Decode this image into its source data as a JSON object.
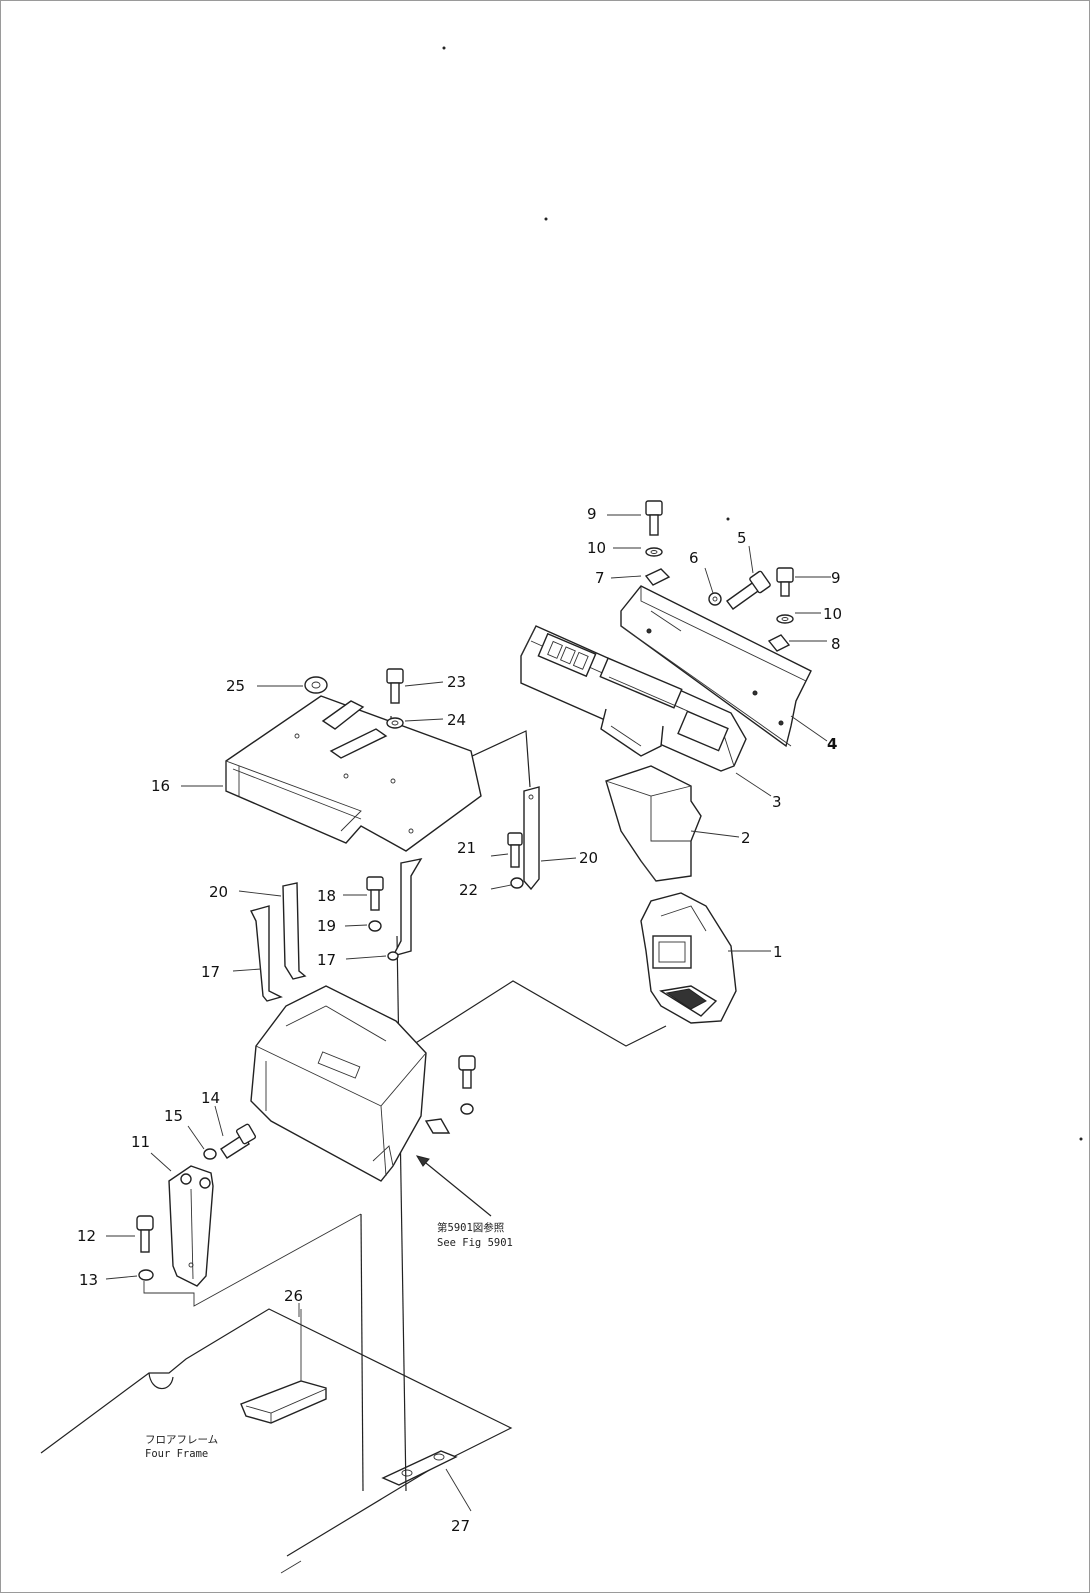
{
  "diagram": {
    "callouts": {
      "p1": "1",
      "p2": "2",
      "p3": "3",
      "p4": "4",
      "p5": "5",
      "p6": "6",
      "p7": "7",
      "p8": "8",
      "p9a": "9",
      "p9b": "9",
      "p10a": "10",
      "p10b": "10",
      "p11": "11",
      "p12": "12",
      "p13": "13",
      "p14": "14",
      "p15": "15",
      "p16": "16",
      "p17a": "17",
      "p17b": "17",
      "p18": "18",
      "p19": "19",
      "p20a": "20",
      "p20b": "20",
      "p21": "21",
      "p22": "22",
      "p23": "23",
      "p24": "24",
      "p25": "25",
      "p26": "26",
      "p27": "27"
    },
    "notes": {
      "see_fig_jp": "第5901図参照",
      "see_fig_en": "See Fig 5901",
      "floor_frame_jp": "フロアフレーム",
      "floor_frame_en": "Four Frame"
    }
  }
}
